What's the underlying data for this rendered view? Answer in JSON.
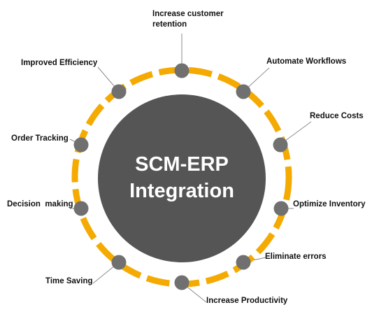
{
  "center": {
    "line1": "SCM-ERP",
    "line2": "Integration"
  },
  "benefits": [
    {
      "line1": "Increase customer",
      "line2": "retention"
    },
    {
      "line1": "Automate Workflows"
    },
    {
      "line1": "Reduce Costs"
    },
    {
      "line1": "Optimize Inventory"
    },
    {
      "line1": "Eliminate errors"
    },
    {
      "line1": "Increase Productivity"
    },
    {
      "line1": "Time Saving"
    },
    {
      "line1": "Decision  making"
    },
    {
      "line1": "Order Tracking"
    },
    {
      "line1": "Improved Efficiency"
    }
  ],
  "colors": {
    "ring": "#F4AA00",
    "hub": "#555555",
    "node": "#707070",
    "line": "#8a8a8a",
    "text": "#111111"
  }
}
